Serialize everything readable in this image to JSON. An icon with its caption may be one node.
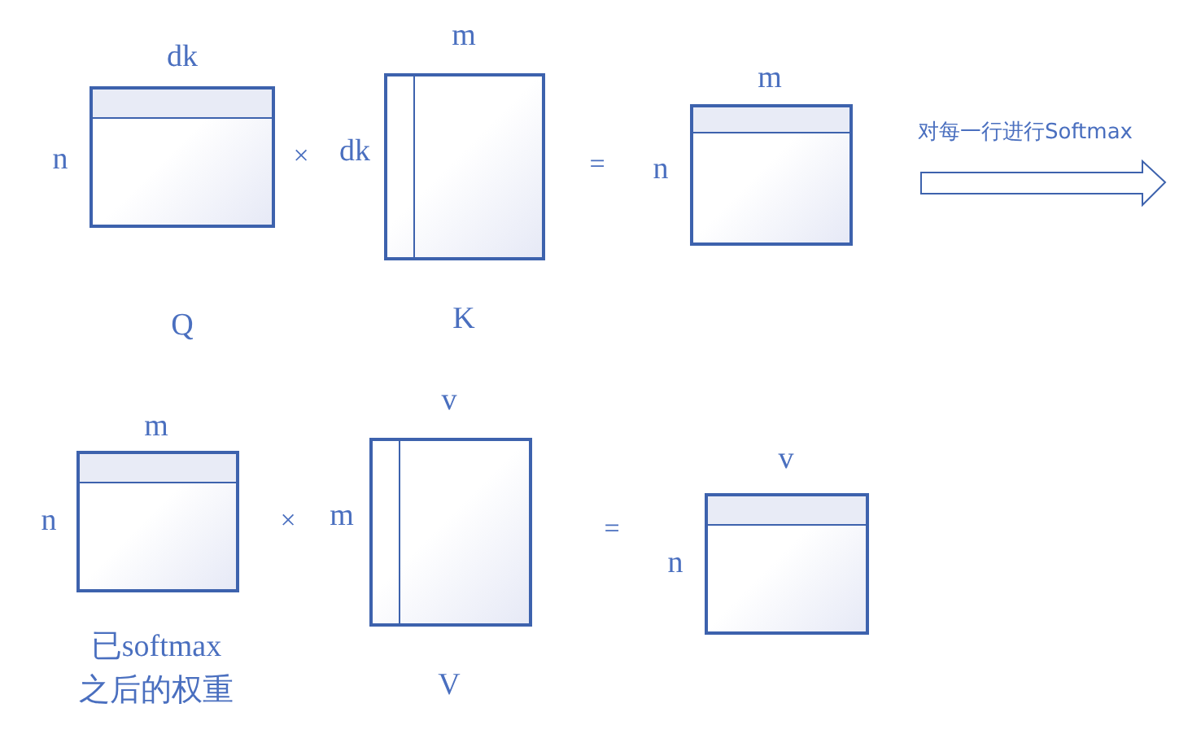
{
  "diagram": {
    "nodes": [
      {
        "text": [],
        "shape": "box",
        "beside": [
          "dk",
          "n",
          "Q"
        ]
      },
      {
        "text": [],
        "shape": "box",
        "beside": [
          "m",
          "dk",
          "K"
        ]
      },
      {
        "text": [],
        "shape": "box",
        "beside": [
          "m",
          "n"
        ]
      },
      {
        "text": [],
        "shape": "box",
        "beside": [
          "m",
          "n",
          "已softmax之后的权重"
        ]
      },
      {
        "text": [],
        "shape": "box",
        "beside": [
          "v",
          "m",
          "V"
        ]
      },
      {
        "text": [],
        "shape": "box",
        "beside": [
          "v",
          "n"
        ]
      }
    ],
    "labels": [
      "×",
      "=",
      "对每一行进行Softmax",
      "×",
      "="
    ]
  }
}
